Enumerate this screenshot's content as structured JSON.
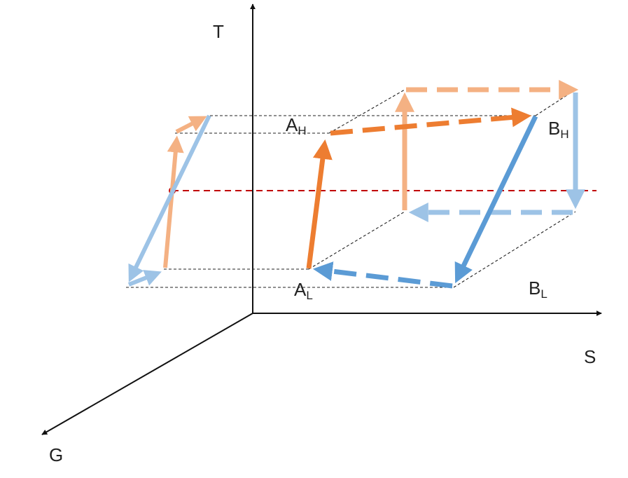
{
  "axes": {
    "t_label": "T",
    "s_label": "S",
    "g_label": "G"
  },
  "points": {
    "a_high": {
      "letter": "A",
      "sub": "H"
    },
    "a_low": {
      "letter": "A",
      "sub": "L"
    },
    "b_high": {
      "letter": "B",
      "sub": "H"
    },
    "b_low": {
      "letter": "B",
      "sub": "L"
    }
  },
  "colors": {
    "axis": "#111111",
    "orange": "#ED7D31",
    "orange_light": "#F4B183",
    "blue": "#5B9BD5",
    "blue_light": "#9DC3E6",
    "red_dashed": "#C00000",
    "guide": "#222222"
  }
}
